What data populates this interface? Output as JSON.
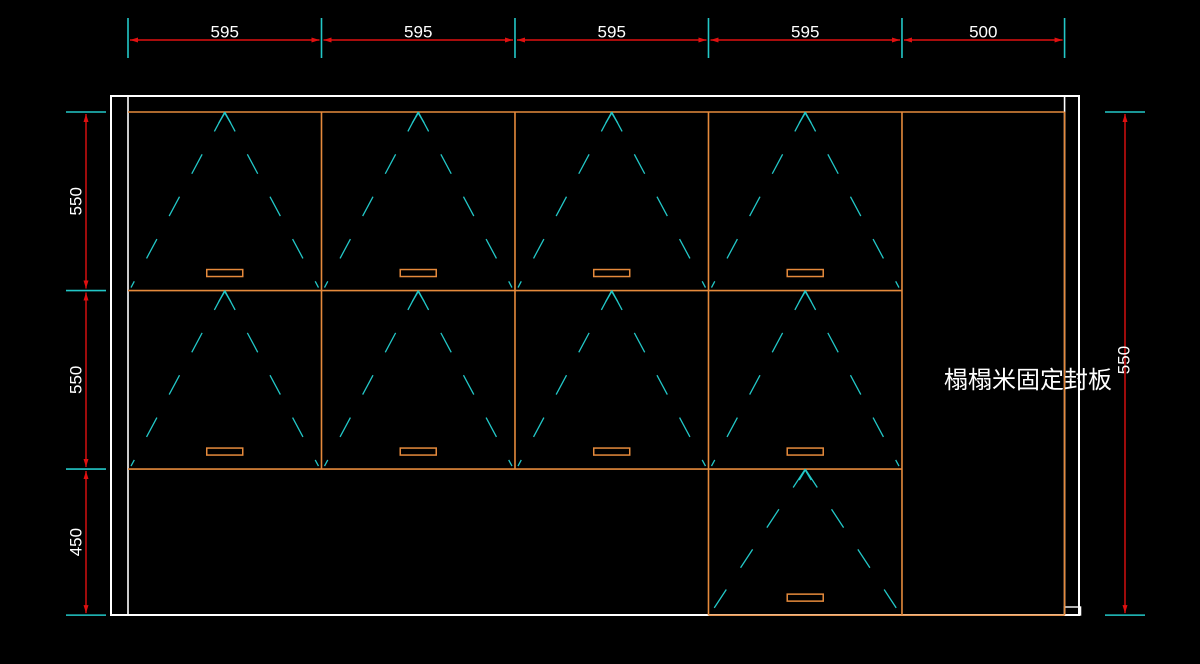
{
  "drawing": {
    "units": "mm",
    "column_widths": [
      595,
      595,
      595,
      595,
      500
    ],
    "row_heights": [
      550,
      550,
      450
    ],
    "right_height_label": "550",
    "panel_label": "榻榻米固定封板",
    "colors": {
      "background": "#000000",
      "outline": "#ffffff",
      "cabinet": "#e58a3c",
      "dimension_line": "#e01010",
      "extension": "#22c7c7",
      "swing": "#22c7c7",
      "text": "#ffffff"
    },
    "doors": [
      {
        "column": 0,
        "row": 0
      },
      {
        "column": 1,
        "row": 0
      },
      {
        "column": 2,
        "row": 0
      },
      {
        "column": 3,
        "row": 0
      },
      {
        "column": 0,
        "row": 1
      },
      {
        "column": 1,
        "row": 1
      },
      {
        "column": 2,
        "row": 1
      },
      {
        "column": 3,
        "row": 1
      },
      {
        "column": 3,
        "row": 2
      }
    ]
  }
}
